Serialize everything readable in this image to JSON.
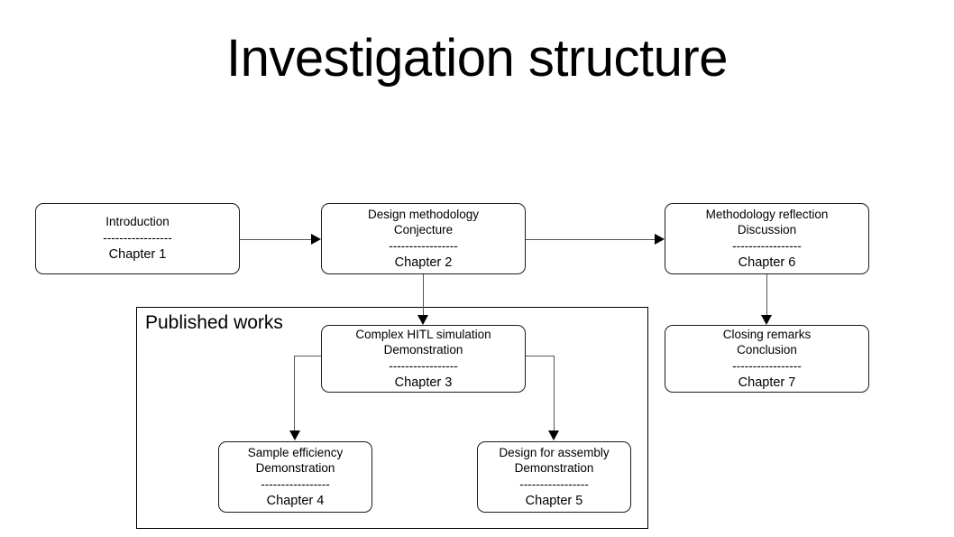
{
  "title": "Investigation structure",
  "separator": "-----------------",
  "group": {
    "label": "Published works"
  },
  "nodes": {
    "chapter1": {
      "line1": "Introduction",
      "line2": "",
      "chapter": "Chapter 1"
    },
    "chapter2": {
      "line1": "Design methodology",
      "line2": "Conjecture",
      "chapter": "Chapter 2"
    },
    "chapter6": {
      "line1": "Methodology reflection",
      "line2": "Discussion",
      "chapter": "Chapter 6"
    },
    "chapter3": {
      "line1": "Complex HITL simulation",
      "line2": "Demonstration",
      "chapter": "Chapter 3"
    },
    "chapter7": {
      "line1": "Closing remarks",
      "line2": "Conclusion",
      "chapter": "Chapter 7"
    },
    "chapter4": {
      "line1": "Sample efficiency",
      "line2": "Demonstration",
      "chapter": "Chapter 4"
    },
    "chapter5": {
      "line1": "Design for assembly",
      "line2": "Demonstration",
      "chapter": "Chapter 5"
    }
  },
  "colors": {
    "background": "#ffffff",
    "text": "#000000",
    "node_border": "#1c1c1c",
    "connector": "#555555",
    "arrowhead": "#000000",
    "group_border": "#000000"
  }
}
